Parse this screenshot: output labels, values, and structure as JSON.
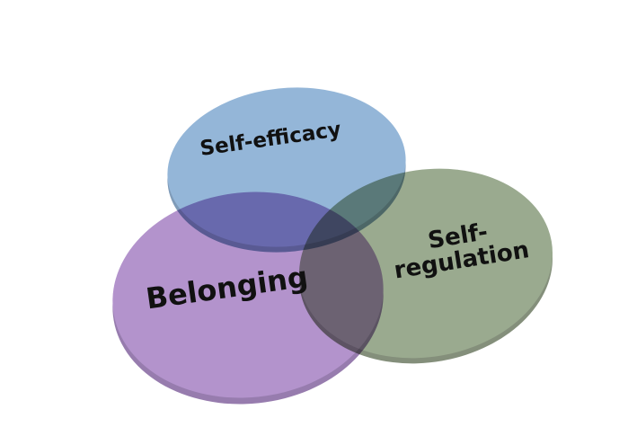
{
  "diagram": {
    "type": "venn",
    "sets": [
      {
        "label": "Self-efficacy",
        "color": "#94b6d8",
        "edge": "#7f9bb8"
      },
      {
        "label_line1": "Self-",
        "label_line2": "regulation",
        "color": "#9aaa8f",
        "edge": "#848f7b"
      },
      {
        "label": "Belonging",
        "color": "#b393cc",
        "edge": "#977cae"
      }
    ]
  }
}
